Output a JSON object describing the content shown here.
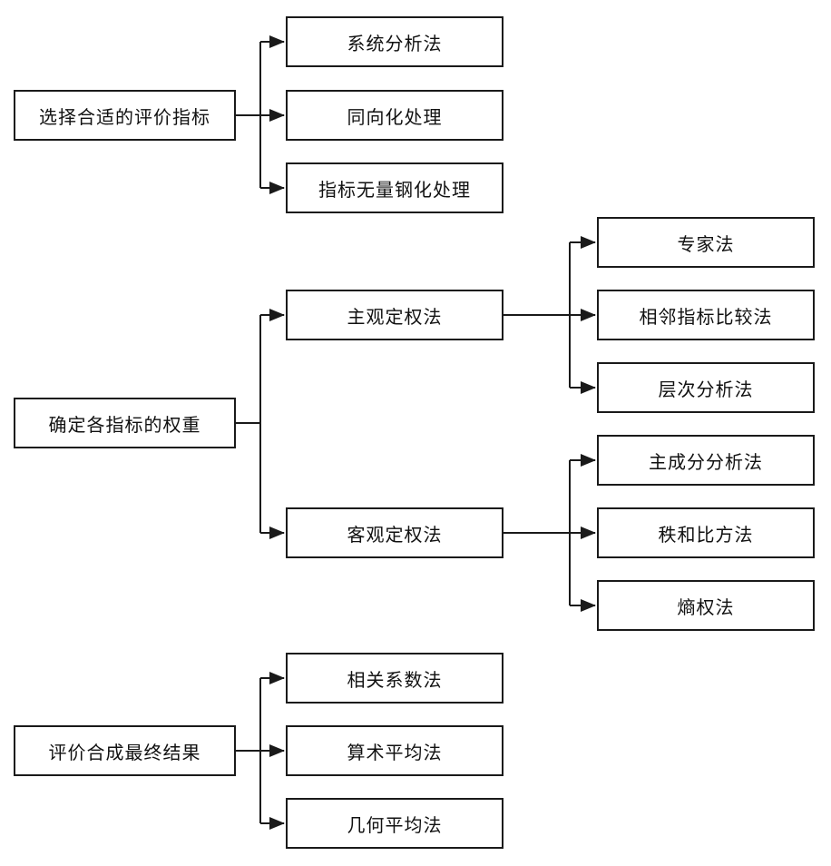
{
  "diagram": {
    "background_color": "#ffffff",
    "line_color": "#1a1a1a",
    "box_fill_color": "#ffffff",
    "text_color": "#111111",
    "nodes": {
      "select_indicators": {
        "label": "选择合适的评价指标"
      },
      "system_analysis": {
        "label": "系统分析法"
      },
      "same_direction": {
        "label": "同向化处理"
      },
      "dimensionless": {
        "label": "指标无量钢化处理"
      },
      "determine_weights": {
        "label": "确定各指标的权重"
      },
      "subjective_weighting": {
        "label": "主观定权法"
      },
      "expert_method": {
        "label": "专家法"
      },
      "adjacent_comparison": {
        "label": "相邻指标比较法"
      },
      "ahp": {
        "label": "层次分析法"
      },
      "objective_weighting": {
        "label": "客观定权法"
      },
      "pca": {
        "label": "主成分分析法"
      },
      "rank_sum_ratio": {
        "label": "秩和比方法"
      },
      "entropy_weight": {
        "label": "熵权法"
      },
      "synthesis_result": {
        "label": "评价合成最终结果"
      },
      "correlation_coefficient": {
        "label": "相关系数法"
      },
      "arithmetic_mean": {
        "label": "算术平均法"
      },
      "geometric_mean": {
        "label": "几何平均法"
      }
    }
  }
}
